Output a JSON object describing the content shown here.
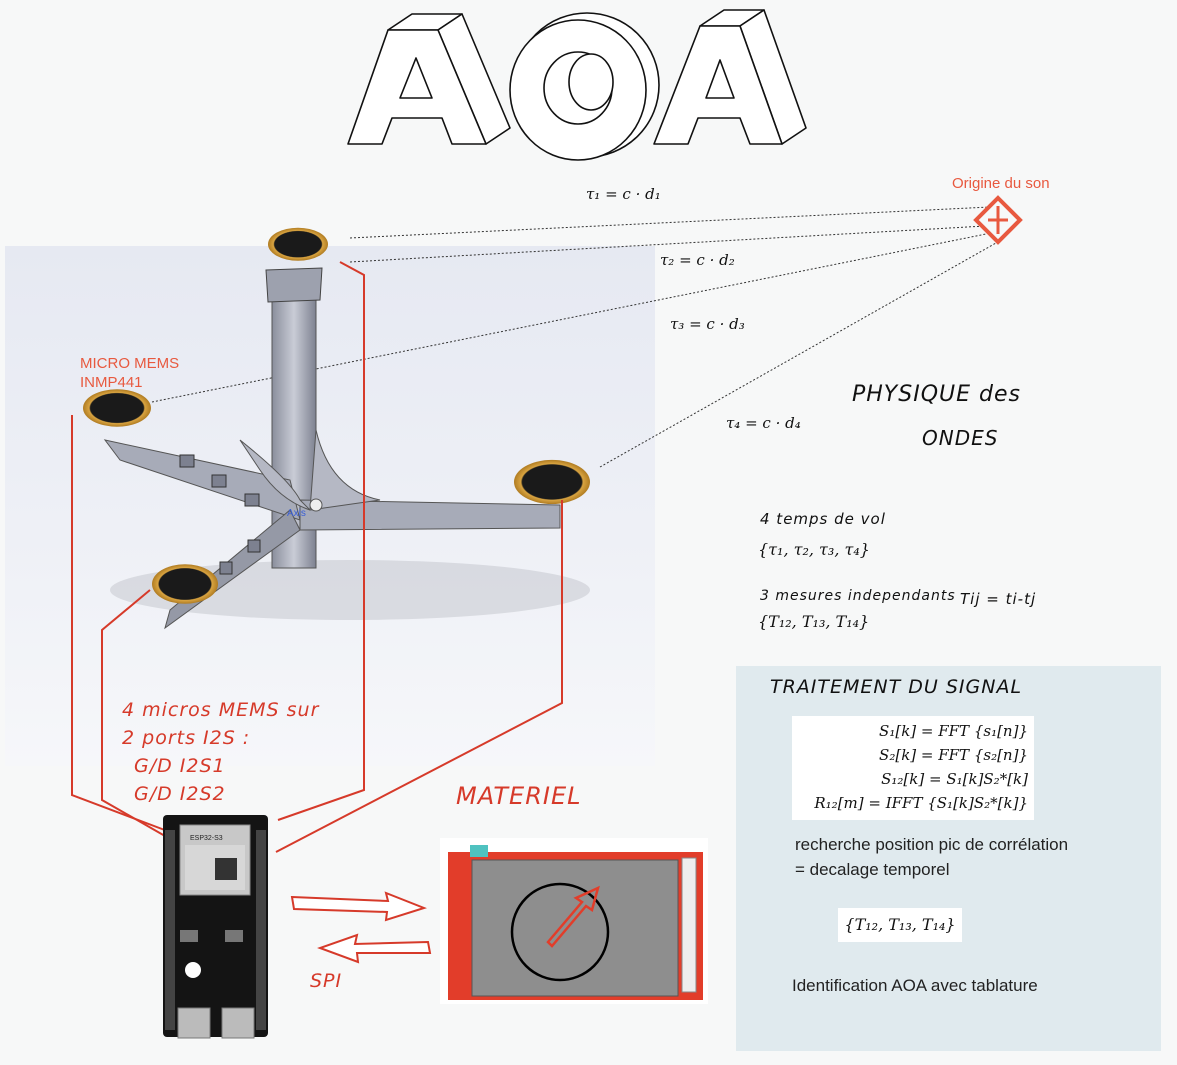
{
  "title": "AOA",
  "source_label": "Origine du son",
  "mic_label": {
    "line1": "MICRO MEMS",
    "line2": "INMP441"
  },
  "axis_label": "Axis",
  "delays": [
    "τ₁ = c · d₁",
    "τ₂ = c · d₂",
    "τ₃ = c · d₃",
    "τ₄ = c · d₄"
  ],
  "physics": {
    "line1": "PHYSIQUE des",
    "line2": "ONDES"
  },
  "flight_times": {
    "label": "4 temps de vol",
    "set": "{τ₁, τ₂, τ₃, τ₄}"
  },
  "measures": {
    "label": "3 mesures independants",
    "formula": "Tij = ti-tj",
    "set": "{T₁₂, T₁₃, T₁₄}"
  },
  "mics_note": [
    "4 micros MEMS sur",
    "2 ports I2S :",
    "G/D I2S1",
    "G/D I2S2"
  ],
  "hardware_label": "MATERIEL",
  "spi_label": "SPI",
  "esp_module_label": "ESP32-S3",
  "signal": {
    "title": "TRAITEMENT DU SIGNAL",
    "equations": [
      "S₁[k] = FFT {s₁[n]}",
      "S₂[k] = FFT {s₂[n]}",
      "S₁₂[k] = S₁[k]S₂*[k]",
      "R₁₂[m] = IFFT {S₁[k]S₂*[k]}"
    ],
    "search_line1": "recherche position pic de corrélation",
    "search_line2": "= decalage temporel",
    "result_set": "{T₁₂, T₁₃, T₁₄}",
    "identification": "Identification AOA avec tablature"
  },
  "colors": {
    "accent": "#e8593f",
    "wire": "#d63a2a",
    "panel": "#e0eaee"
  }
}
